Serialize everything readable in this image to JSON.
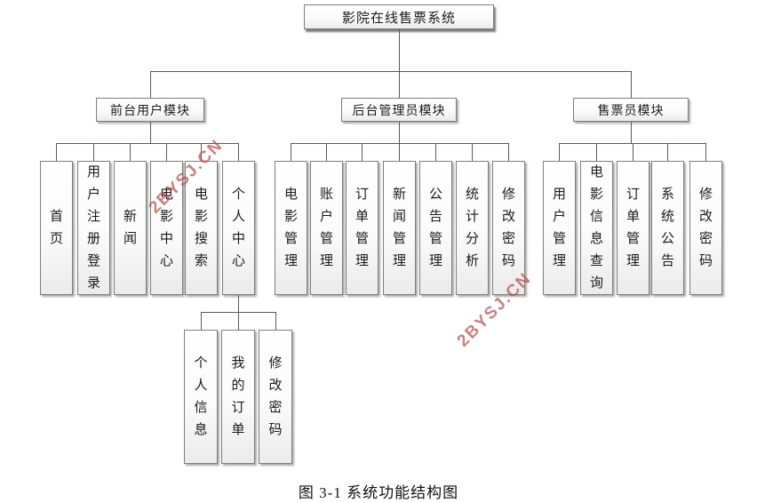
{
  "tree": {
    "root": "影院在线售票系统",
    "modules": [
      {
        "label": "前台用户模块",
        "children": [
          "首页",
          "用户注册登录",
          "新闻",
          "电影中心",
          "电影搜索",
          "个人中心"
        ]
      },
      {
        "label": "后台管理员模块",
        "children": [
          "电影管理",
          "账户管理",
          "订单管理",
          "新闻管理",
          "公告管理",
          "统计分析",
          "修改密码"
        ]
      },
      {
        "label": "售票员模块",
        "children": [
          "用户管理",
          "电影信息查询",
          "订单管理",
          "系统公告",
          "修改密码"
        ]
      }
    ],
    "personal_center": {
      "parent": "个人中心",
      "children": [
        "个人信息",
        "我的订单",
        "修改密码"
      ]
    }
  },
  "caption": "图 3-1 系统功能结构图",
  "watermark": {
    "text": "2BYSJ.CN",
    "color": "#B65050"
  },
  "colors": {
    "line": "#5a5a5a",
    "box_border": "#7e7e7e",
    "box_fill_top": "#ffffff",
    "box_fill_bottom": "#ebebeb",
    "background": "#ffffff",
    "caption_text": "#111111"
  }
}
